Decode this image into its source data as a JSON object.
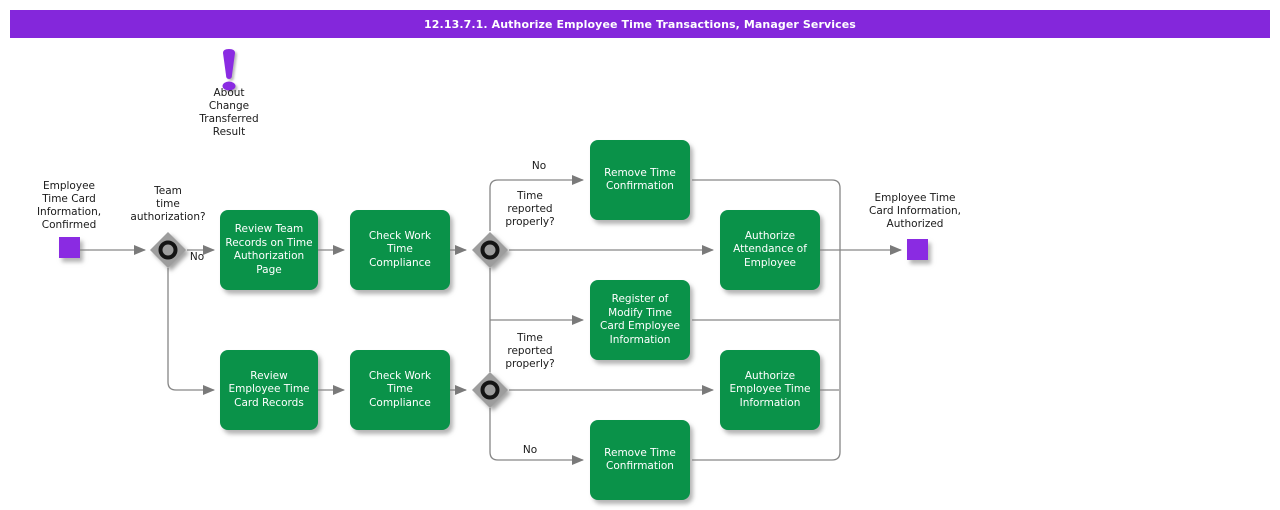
{
  "title": "12.13.7.1. Authorize Employee Time Transactions, Manager Services",
  "colors": {
    "title_bar_purple": "#8427DB",
    "event_purple": "#8A2BE2",
    "task_green": "#0A9249",
    "connector_gray": "#808080",
    "decision_gray": "#9D9D9D"
  },
  "annotation": {
    "label": "About\nChange\nTransferred\nResult"
  },
  "events": {
    "start": {
      "label": "Employee\nTime Card\nInformation,\nConfirmed"
    },
    "end": {
      "label": "Employee Time\nCard Information,\nAuthorized"
    }
  },
  "decisions": [
    {
      "label": "Team\ntime\nauthorization?"
    },
    {
      "label": "Time\nreported\nproperly?"
    },
    {
      "label": "Time\nreported\nproperly?"
    }
  ],
  "edge_labels": {
    "no1": "No",
    "no2": "No",
    "no3": "No"
  },
  "tasks": [
    {
      "label": "Review Team\nRecords on Time\nAuthorization\nPage"
    },
    {
      "label": "Check Work\nTime\nCompliance"
    },
    {
      "label": "Remove Time\nConfirmation"
    },
    {
      "label": "Authorize\nAttendance of\nEmployee"
    },
    {
      "label": "Register of\nModify Time\nCard Employee\nInformation"
    },
    {
      "label": "Review\nEmployee Time\nCard Records"
    },
    {
      "label": "Check Work\nTime\nCompliance"
    },
    {
      "label": "Authorize\nEmployee Time\nInformation"
    },
    {
      "label": "Remove Time\nConfirmation"
    }
  ]
}
